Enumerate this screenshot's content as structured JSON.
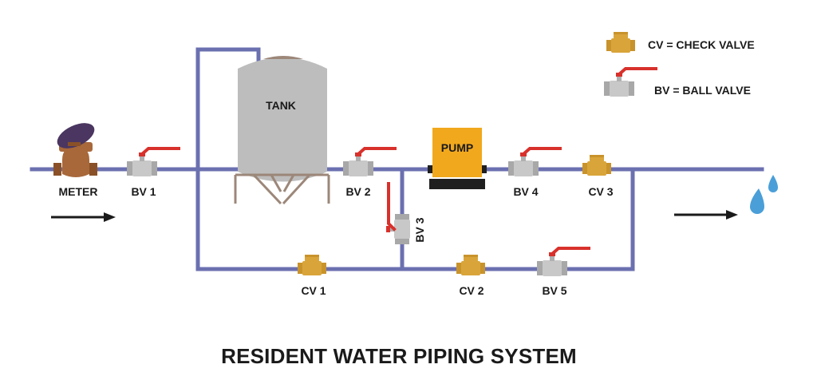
{
  "title": "RESIDENT WATER PIPING SYSTEM",
  "legend": {
    "check_valve": "CV = CHECK VALVE",
    "ball_valve": "BV = BALL VALVE"
  },
  "components": {
    "meter": "METER",
    "tank": "TANK",
    "pump": "PUMP",
    "bv1": "BV 1",
    "bv2": "BV 2",
    "bv3": "BV 3",
    "bv4": "BV 4",
    "bv5": "BV 5",
    "cv1": "CV 1",
    "cv2": "CV 2",
    "cv3": "CV 3"
  },
  "colors": {
    "pipe": "#6b70b0",
    "check_valve": "#d9a53a",
    "ball_valve_body": "#c8c8c8",
    "ball_valve_handle": "#d8312c",
    "tank": "#bdbdbd",
    "tank_stand": "#9c8779",
    "pump": "#f2a81d",
    "meter_body": "#a8683a",
    "meter_cap": "#4a3660",
    "water_drop": "#4a9fd8",
    "arrow": "#1a1a1a"
  }
}
